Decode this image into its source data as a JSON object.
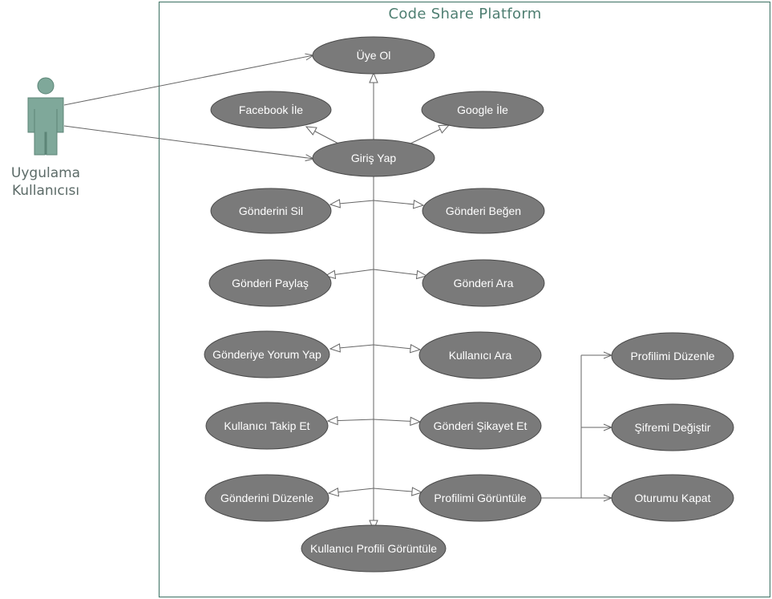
{
  "system": {
    "title": "Code Share Platform"
  },
  "actor": {
    "line1": "Uygulama",
    "line2": "Kullanıcısı"
  },
  "use_cases": {
    "uye_ol": "Üye Ol",
    "facebook_ile": "Facebook İle",
    "google_ile": "Google İle",
    "giris_yap": "Giriş Yap",
    "gonderini_sil": "Gönderini Sil",
    "gonderi_begen": "Gönderi Beğen",
    "gonderi_paylas": "Gönderi Paylaş",
    "gonderi_ara": "Gönderi Ara",
    "gonderiye_yorum_yap": "Gönderiye Yorum Yap",
    "kullanici_ara": "Kullanıcı Ara",
    "kullanici_takip_et": "Kullanıcı Takip Et",
    "gonderi_sikayet_et": "Gönderi Şikayet Et",
    "gonderini_duzenle": "Gönderini Düzenle",
    "profilimi_goruntule": "Profilimi Görüntüle",
    "kullanici_profili_goruntule": "Kullanıcı Profili Görüntüle",
    "profilimi_duzenle": "Profilimi Düzenle",
    "sifremi_degistir": "Şifremi Değiştir",
    "oturumu_kapat": "Oturumu Kapat"
  },
  "colors": {
    "ellipse_fill": "#7a7a7a",
    "ellipse_stroke": "#4a4a4a",
    "actor_fill": "#7fa89a",
    "boundary": "#4f7f72",
    "connector": "#666666"
  }
}
